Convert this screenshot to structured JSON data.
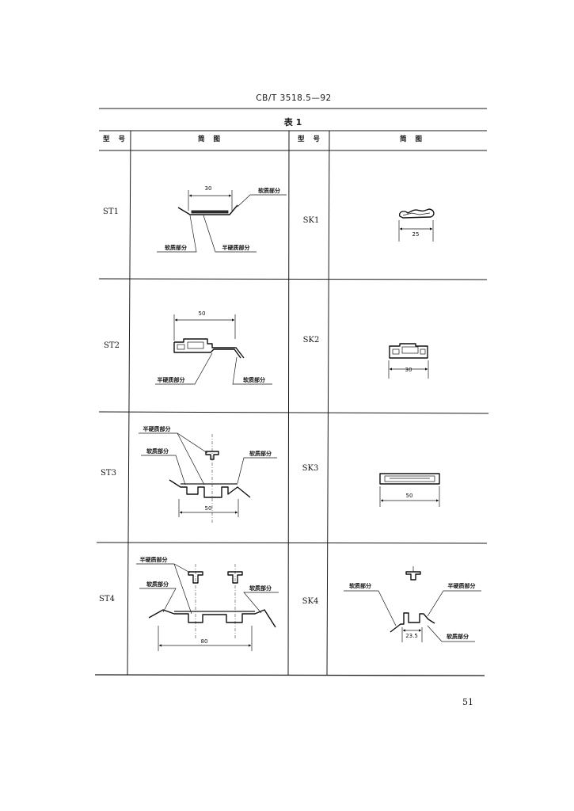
{
  "header": {
    "standard_code": "CB/T 3518.5—92"
  },
  "table": {
    "caption": "表 1",
    "columns": [
      "型 号",
      "简 图",
      "型 号",
      "简 图"
    ],
    "rows": [
      {
        "left_model": "ST1",
        "right_model": "SK1"
      },
      {
        "left_model": "ST2",
        "right_model": "SK2"
      },
      {
        "left_model": "ST3",
        "right_model": "SK3"
      },
      {
        "left_model": "ST4",
        "right_model": "SK4"
      }
    ]
  },
  "drawings": {
    "ST1": {
      "dimension": "30",
      "labels": [
        "软质部分",
        "软质部分",
        "半硬质部分"
      ]
    },
    "SK1": {
      "dimension": "25"
    },
    "ST2": {
      "dimension": "50",
      "labels": [
        "半硬质部分",
        "软质部分"
      ]
    },
    "SK2": {
      "dimension": "30"
    },
    "ST3": {
      "dimension": "50",
      "labels": [
        "半硬质部分",
        "软质部分",
        "软质部分"
      ]
    },
    "SK3": {
      "dimension": "50"
    },
    "ST4": {
      "dimension": "80",
      "labels": [
        "半硬质部分",
        "软质部分",
        "软质部分"
      ]
    },
    "SK4": {
      "dimension": "23.5",
      "labels": [
        "软质部分",
        "半硬质部分",
        "软质部分"
      ]
    }
  },
  "page_number": "51"
}
